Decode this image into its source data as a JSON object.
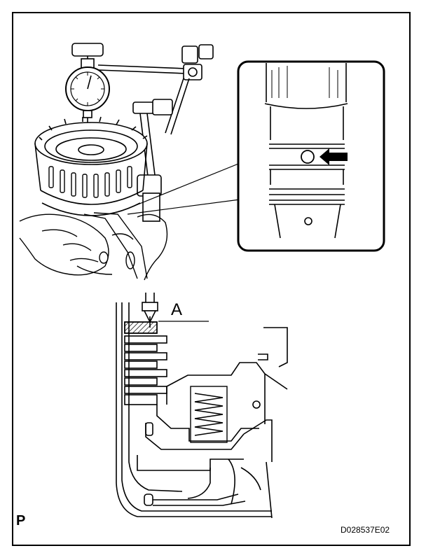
{
  "figure": {
    "callout_letter": "A",
    "corner_letter": "P",
    "figure_code": "D028537E02"
  },
  "parts": {
    "top_view": [
      "dial-indicator",
      "magnetic-base-stand",
      "clutch-drum",
      "hands"
    ],
    "detail_view": [
      "check-ball",
      "arrow"
    ],
    "section_view": [
      "clutch-plate-stack",
      "pressure-plate",
      "return-spring",
      "piston",
      "dial-probe"
    ]
  },
  "colors": {
    "line": "#000000",
    "hatch": "#000000",
    "background": "#ffffff"
  }
}
